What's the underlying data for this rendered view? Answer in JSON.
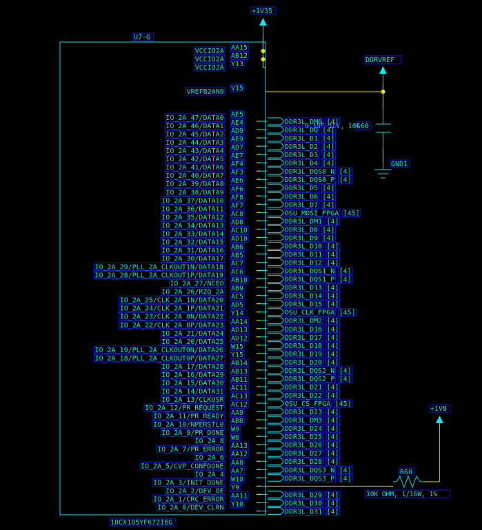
{
  "component": {
    "refdes": "U7-G",
    "part_number": "10CX105YF672I6G",
    "power_pins": [
      {
        "name": "VCCIO2A",
        "pin": "AA15"
      },
      {
        "name": "VCCIO2A",
        "pin": "AB12"
      },
      {
        "name": "VCCIO2A",
        "pin": "Y13"
      }
    ],
    "vref_pin": {
      "name": "VREFB2AN0",
      "pin": "V15"
    },
    "io_pins": [
      {
        "name": "IO_2A_47/DATA0",
        "pin": "AE5",
        "net": "DDR3L_DM0",
        "page": "[4]"
      },
      {
        "name": "IO_2A_46/DATA1",
        "pin": "AE4",
        "net": "DDR3L_DQ",
        "page": "[4]"
      },
      {
        "name": "IO_2A_45/DATA2",
        "pin": "AD9",
        "net": "DDR3L_D1",
        "page": "[4]"
      },
      {
        "name": "IO_2A_44/DATA3",
        "pin": "AE9",
        "net": "DDR3L_D2",
        "page": "[4]"
      },
      {
        "name": "IO_2A_43/DATA4",
        "pin": "AD7",
        "net": "DDR3L_D3",
        "page": "[4]"
      },
      {
        "name": "IO_2A_42/DATA5",
        "pin": "AE7",
        "net": "DDR3L_D4",
        "page": "[4]"
      },
      {
        "name": "IO_2A_41/DATA6",
        "pin": "AF4",
        "net": "DDR3L_DQS0_N",
        "page": "[4]"
      },
      {
        "name": "IO_2A_40/DATA7",
        "pin": "AF3",
        "net": "DDR3L_DQS0_P",
        "page": "[4]"
      },
      {
        "name": "IO_2A_39/DATA8",
        "pin": "AE6",
        "net": "DDR3L_D5",
        "page": "[4]"
      },
      {
        "name": "IO_2A_38/DATA9",
        "pin": "AF6",
        "net": "DDR3L_D6",
        "page": "[4]"
      },
      {
        "name": "IO_2A_37/DATA10",
        "pin": "AF8",
        "net": "DDR3L_D7",
        "page": "[4]"
      },
      {
        "name": "IO_2A_36/DATA11",
        "pin": "AF7",
        "net": "OSU_MOSI_FPGA",
        "page": "[45]"
      },
      {
        "name": "IO_2A_35/DATA12",
        "pin": "AC8",
        "net": "DDR3L_DM1",
        "page": "[4]"
      },
      {
        "name": "IO_2A_34/DATA13",
        "pin": "AD8",
        "net": "DDR3L_D8",
        "page": "[4]"
      },
      {
        "name": "IO_2A_33/DATA14",
        "pin": "AC10",
        "net": "DDR3L_D9",
        "page": "[4]"
      },
      {
        "name": "IO_2A_32/DATA15",
        "pin": "AD10",
        "net": "DDR3L_D10",
        "page": "[4]"
      },
      {
        "name": "IO_2A_31/DATA16",
        "pin": "AB6",
        "net": "DDR3L_D11",
        "page": "[4]"
      },
      {
        "name": "IO_2A_30/DATA17",
        "pin": "AB5",
        "net": "DDR3L_D12",
        "page": "[4]"
      },
      {
        "name": "IO_2A_29/PLL_2A_CLKOUT1N/DATA18",
        "pin": "AC7",
        "net": "DDR3L_DQS1_N",
        "page": "[4]"
      },
      {
        "name": "IO_2A_28/PLL_2A_CLKOUT1P/DATA19",
        "pin": "AC6",
        "net": "DDR3L_DQS1_P",
        "page": "[4]"
      },
      {
        "name": "IO_2A_27/NCEO",
        "pin": "AB10",
        "net": "DDR3L_D13",
        "page": "[4]"
      },
      {
        "name": "IO_2A_26/RZQ_2A",
        "pin": "AB9",
        "net": "DDR3L_D14",
        "page": "[4]"
      },
      {
        "name": "IO_2A_25/CLK_2A_1N/DATA20",
        "pin": "AC5",
        "net": "DDR3L_D15",
        "page": "[4]"
      },
      {
        "name": "IO_2A_24/CLK_2A_1P/DATA21",
        "pin": "AD5",
        "net": "OSU_CLK_FPGA",
        "page": "[45]"
      },
      {
        "name": "IO_2A_23/CLK_2A_0N/DATA22",
        "pin": "Y14",
        "net": "DDR3L_DM2",
        "page": "[4]"
      },
      {
        "name": "IO_2A_22/CLK_2A_0P/DATA23",
        "pin": "AA14",
        "net": "DDR3L_D16",
        "page": "[4]"
      },
      {
        "name": "IO_2A_21/DATA24",
        "pin": "AD13",
        "net": "DDR3L_D17",
        "page": "[4]"
      },
      {
        "name": "IO_2A_20/DATA25",
        "pin": "AD12",
        "net": "DDR3L_D18",
        "page": "[4]"
      },
      {
        "name": "IO_2A_19/PLL_2A_CLKOUT0N/DATA26",
        "pin": "W15",
        "net": "DDR3L_D19",
        "page": "[4]"
      },
      {
        "name": "IO_2A_18/PLL_2A_CLKOUT0P/DATA27",
        "pin": "Y15",
        "net": "DDR3L_D20",
        "page": "[4]"
      },
      {
        "name": "IO_2A_17/DATA28",
        "pin": "AB14",
        "net": "DDR3L_DQS2_N",
        "page": "[4]"
      },
      {
        "name": "IO_2A_16/DATA29",
        "pin": "AB13",
        "net": "DDR3L_DQS2_P",
        "page": "[4]"
      },
      {
        "name": "IO_2A_15/DATA30",
        "pin": "AB11",
        "net": "DDR3L_D21",
        "page": "[4]"
      },
      {
        "name": "IO_2A_14/DATA31",
        "pin": "AC11",
        "net": "DDR3L_D22",
        "page": "[4]"
      },
      {
        "name": "IO_2A_13/CLKUSR",
        "pin": "AC13",
        "net": "OSU_CS_FPGA",
        "page": "[45]"
      },
      {
        "name": "IO_2A_12/PR_REQUEST",
        "pin": "AC12",
        "net": "DDR3L_D23",
        "page": "[4]"
      },
      {
        "name": "IO_2A_11/PR_READY",
        "pin": "AA9",
        "net": "DDR3L_DM3",
        "page": "[4]"
      },
      {
        "name": "IO_2A_10/NPERSTL0",
        "pin": "AB8",
        "net": "DDR3L_D24",
        "page": "[4]"
      },
      {
        "name": "IO_2A_9/PR_DONE",
        "pin": "W9",
        "net": "DDR3L_D25",
        "page": "[4]"
      },
      {
        "name": "IO_2A_8",
        "pin": "W8",
        "net": "DDR3L_D26",
        "page": "[4]"
      },
      {
        "name": "IO_2A_7/PR_ERROR",
        "pin": "AA13",
        "net": "DDR3L_D27",
        "page": "[4]"
      },
      {
        "name": "IO_2A_6",
        "pin": "AA12",
        "net": "DDR3L_D28",
        "page": "[4]"
      },
      {
        "name": "IO_2A_5/CVP_CONFDONE",
        "pin": "AA8",
        "net": "DDR3L_DQS3_N",
        "page": "[4]"
      },
      {
        "name": "IO_2A_4",
        "pin": "AA7",
        "net": "DDR3L_DQS3_P",
        "page": "[4]"
      },
      {
        "name": "IO_2A_3/INIT_DONE",
        "pin": "W10",
        "net": "",
        "page": ""
      },
      {
        "name": "IO_2A_2/DEV_OE",
        "pin": "Y9",
        "net": "DDR3L_D29",
        "page": "[4]"
      },
      {
        "name": "IO_2A_1/CRC_ERROR",
        "pin": "AA11",
        "net": "DDR3L_D30",
        "page": "[4]"
      },
      {
        "name": "IO_2A_0/DEV_CLRN",
        "pin": "Y10",
        "net": "DDR3L_D31",
        "page": "[4]"
      }
    ]
  },
  "power": {
    "vccio": "+1V35",
    "vref": "DDRVREF",
    "pullup": "+1V8",
    "gnd": "GND1"
  },
  "capacitor": {
    "refdes": "C60",
    "value": "0.1UF 16V, 10%",
    "overlap_text": "DDR3L_DQ"
  },
  "resistor": {
    "refdes": "R60",
    "value": "10K OHM, 1/16W, 1%"
  },
  "colors": {
    "wire": "#f0e61e",
    "symbol": "#19e6f0",
    "text": "#19e6f0",
    "highlight_box": "#1414e0",
    "background": "#000000"
  }
}
